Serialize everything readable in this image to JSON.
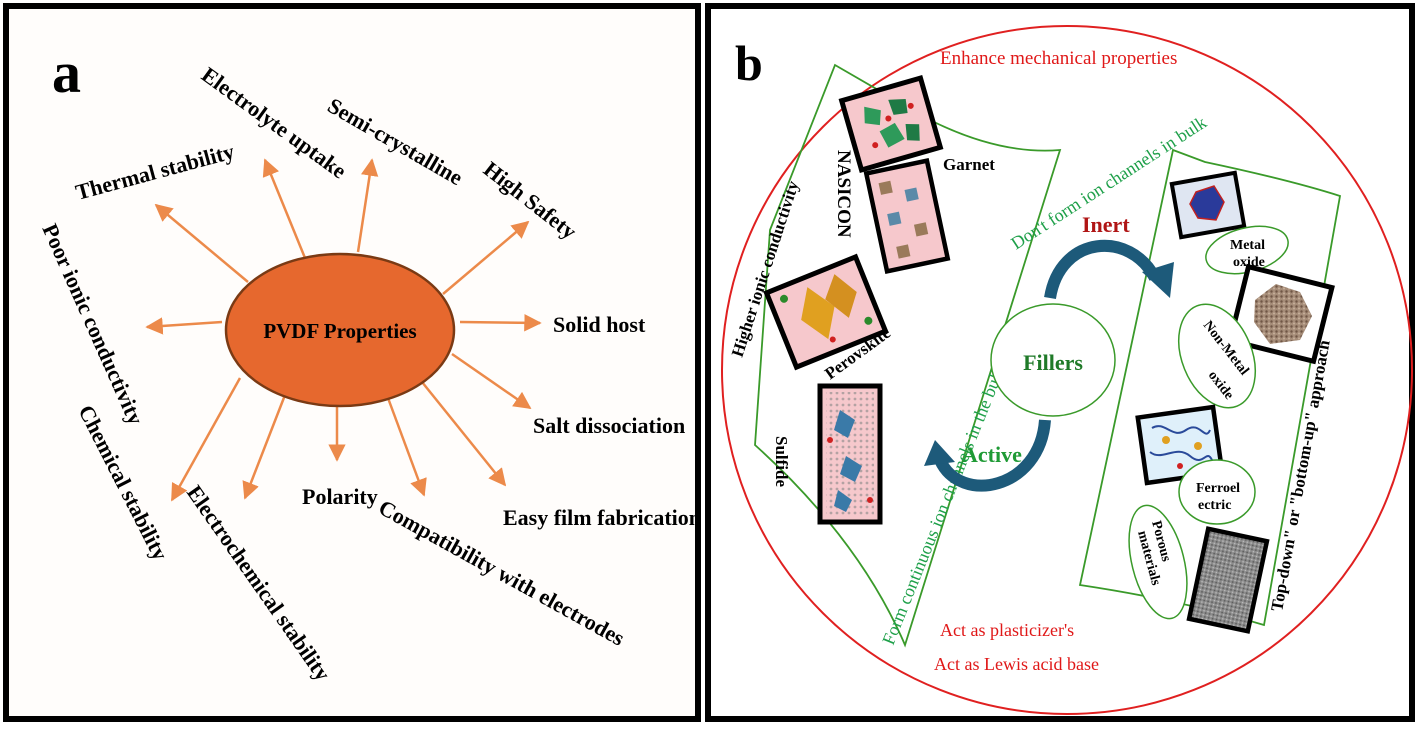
{
  "colors": {
    "arrow": "#ec8a4a",
    "ellipse_fill": "#e6682e",
    "ellipse_stroke": "#7a3a14",
    "outer_circle": "#e02020",
    "green": "#3a9a2a",
    "green_text": "#1f7a28",
    "red_text": "#e01818",
    "teal_arrow": "#1d5a7a",
    "dark_red": "#b01515"
  },
  "panel_a": {
    "label": "a",
    "center": "PVDF Properties",
    "properties": [
      "Thermal stability",
      "Electrolyte uptake",
      "Semi-crystalline",
      "High Safety",
      "Solid host",
      "Salt dissociation",
      "Easy film fabrication",
      "Compatibility with electrodes",
      "Polarity",
      "Electrochemical stability",
      "Chemical stability",
      "Poor ionic conductivity"
    ]
  },
  "panel_b": {
    "label": "b",
    "top_text": "Enhance mechanical properties",
    "bottom_text_1": "Act as plasticizer's",
    "bottom_text_2": "Act as Lewis acid base",
    "center": "Fillers",
    "inert": "Inert",
    "active": "Active",
    "left_side": "Higher ionic conductivity",
    "form_channels": "Form continuous ion channels in the bulk",
    "no_channels": "Don't form ion channels in bulk",
    "approach": "Top-down\" or \"bottom-up\" approach",
    "active_fillers": {
      "garnet": "Garnet",
      "nasicon": "NASICON",
      "perovskite": "Perovskite",
      "sulfide": "Sulfide"
    },
    "inert_fillers": {
      "metal_oxide": [
        "Metal",
        "oxide"
      ],
      "non_metal_oxide": [
        "Non-Metal",
        "oxide"
      ],
      "ferroelectric": [
        "Ferroel",
        "ectric"
      ],
      "porous": [
        "Porous",
        "materials"
      ]
    }
  }
}
